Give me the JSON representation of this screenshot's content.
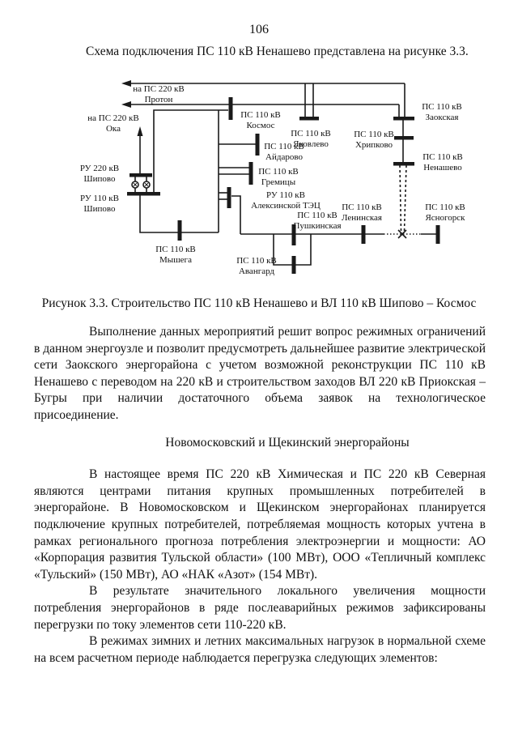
{
  "page": {
    "number": "106"
  },
  "intro": "Схема подключения ПС 110 кВ Ненашево представлена на рисунке 3.3.",
  "figure": {
    "caption": "Рисунок 3.3. Строительство ПС 110 кВ Ненашево и ВЛ 110 кВ Шипово – Космос",
    "labels": {
      "proton": "на ПС 220 кВ\nПротон",
      "oka": "на ПС 220 кВ\nОка",
      "kosmos": "ПС 110 кВ\nКосмос",
      "zaokskaya": "ПС 110 кВ\nЗаокская",
      "yakovlevo": "ПС 110 кВ\nЯковлево",
      "khripkovo": "ПС 110 кВ\nХрипково",
      "nenashevo": "ПС 110 кВ\nНенашево",
      "aydarovo": "ПС 110 кВ\nАйдарово",
      "gremitsy": "ПС 110 кВ\nГремицы",
      "aleksinskaya_tec": "РУ 110 кВ\nАлексинской ТЭЦ",
      "ru220_shipovo": "РУ 220 кВ\nШипово",
      "ru110_shipovo": "РУ 110 кВ\nШипово",
      "myshega": "ПС 110 кВ\nМышега",
      "pushkinskaya": "ПС 110 кВ\nПушкинская",
      "leninskaya": "ПС 110 кВ\nЛенинская",
      "yasnogorsk": "ПС 110 кВ\nЯсногорск",
      "avangard": "ПС 110 кВ\nАвангард"
    }
  },
  "body": {
    "p1": "Выполнение данных мероприятий решит вопрос режимных ограничений в данном энергоузле и позволит предусмотреть дальнейшее развитие электрической сети Заокского энергорайона с учетом возможной реконструкции ПС 110 кВ Ненашево с переводом на 220 кВ и строительством заходов ВЛ 220 кВ Приокская – Бугры при наличии достаточного объема заявок на технологическое присоединение.",
    "heading": "Новомосковский и Щекинский энергорайоны",
    "p2": "В настоящее время ПС 220 кВ Химическая и ПС 220 кВ Северная являются центрами питания крупных промышленных потребителей в энергорайоне. В Новомосковском и Щекинском энергорайонах планируется подключение крупных потребителей, потребляемая мощность которых учтена в рамках регионального прогноза потребления электроэнергии и мощности: АО «Корпорация развития Тульской области» (100 МВт), ООО «Тепличный комплекс «Тульский» (150 МВт), АО «НАК «Азот» (154 МВт).",
    "p3": "В результате значительного локального увеличения мощности потребления энергорайонов в ряде послеаварийных режимов зафиксированы перегрузки по току элементов сети 110-220 кВ.",
    "p4": "В режимах зимних и летних максимальных нагрузок в нормальной схеме на всем расчетном периоде наблюдается перегрузка следующих элементов:"
  }
}
